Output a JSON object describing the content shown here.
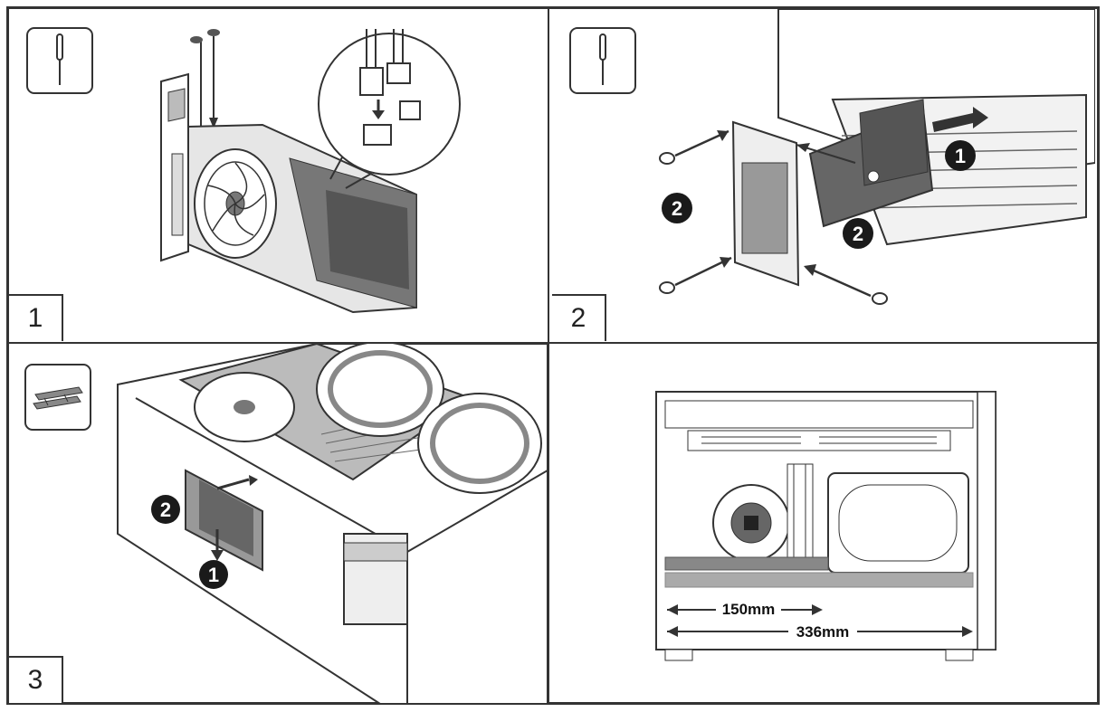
{
  "steps": [
    {
      "number": "1",
      "tool_icon": "screwdriver-icon",
      "callouts": []
    },
    {
      "number": "2",
      "tool_icon": "screwdriver-icon",
      "callouts": [
        "1",
        "2",
        "2"
      ]
    },
    {
      "number": "3",
      "tool_icon": "riser-cable-icon",
      "callouts": [
        "1",
        "2"
      ]
    }
  ],
  "clearance": {
    "dimension_a": "150mm",
    "dimension_b": "336mm"
  },
  "colors": {
    "line": "#333333",
    "badge_fill": "#1a1a1a",
    "shade": "#888888"
  }
}
